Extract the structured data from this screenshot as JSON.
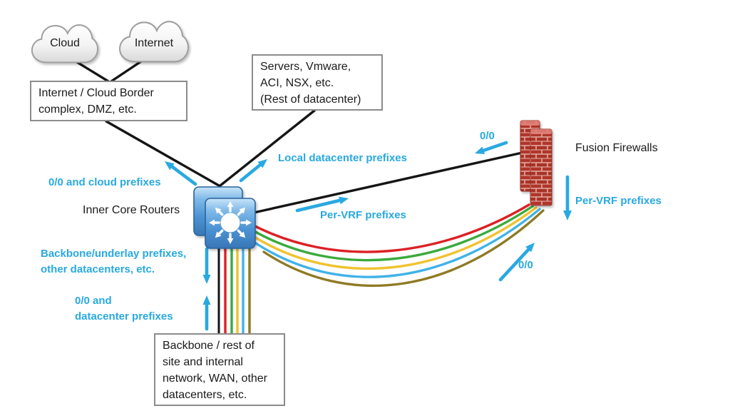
{
  "nodes": {
    "cloud": "Cloud",
    "internet": "Internet",
    "border": "Internet / Cloud Border\ncomplex, DMZ, etc.",
    "servers": "Servers, Vmware,\nACI, NSX, etc.\n(Rest of datacenter)",
    "backbone": "Backbone / rest of\nsite and internal\nnetwork, WAN, other\ndatacenters, etc.",
    "routers": "Inner Core Routers",
    "firewalls": "Fusion Firewalls"
  },
  "annotations": {
    "cloud_prefixes": "0/0 and cloud prefixes",
    "local_dc_prefixes": "Local datacenter prefixes",
    "per_vrf_center": "Per-VRF prefixes",
    "per_vrf_right": "Per-VRF prefixes",
    "backbone_underlay": "Backbone/underlay prefixes,\nother datacenters, etc.",
    "zero_and_dc": "0/0 and\ndatacenter prefixes",
    "zero_top": "0/0",
    "zero_bottom": "0/0"
  },
  "colors": {
    "cyan": "#29A9E1",
    "line": "#151515",
    "text": "#1A1A1A",
    "box-border": "#8C8C8C",
    "router-blue": "#4E94D4",
    "firewall-red": "#A93226",
    "vrf-red": "#DD2025",
    "vrf-green": "#3BAA3C",
    "vrf-yellow": "#F0C330",
    "vrf-blue": "#41B2E8",
    "vrf-olive": "#8F7A25"
  },
  "icons": {
    "cloud": "cloud-icon",
    "router": "router-crossed-arrows-icon",
    "firewall": "brick-wall-icon",
    "direction": "direction-arrow-icon"
  }
}
